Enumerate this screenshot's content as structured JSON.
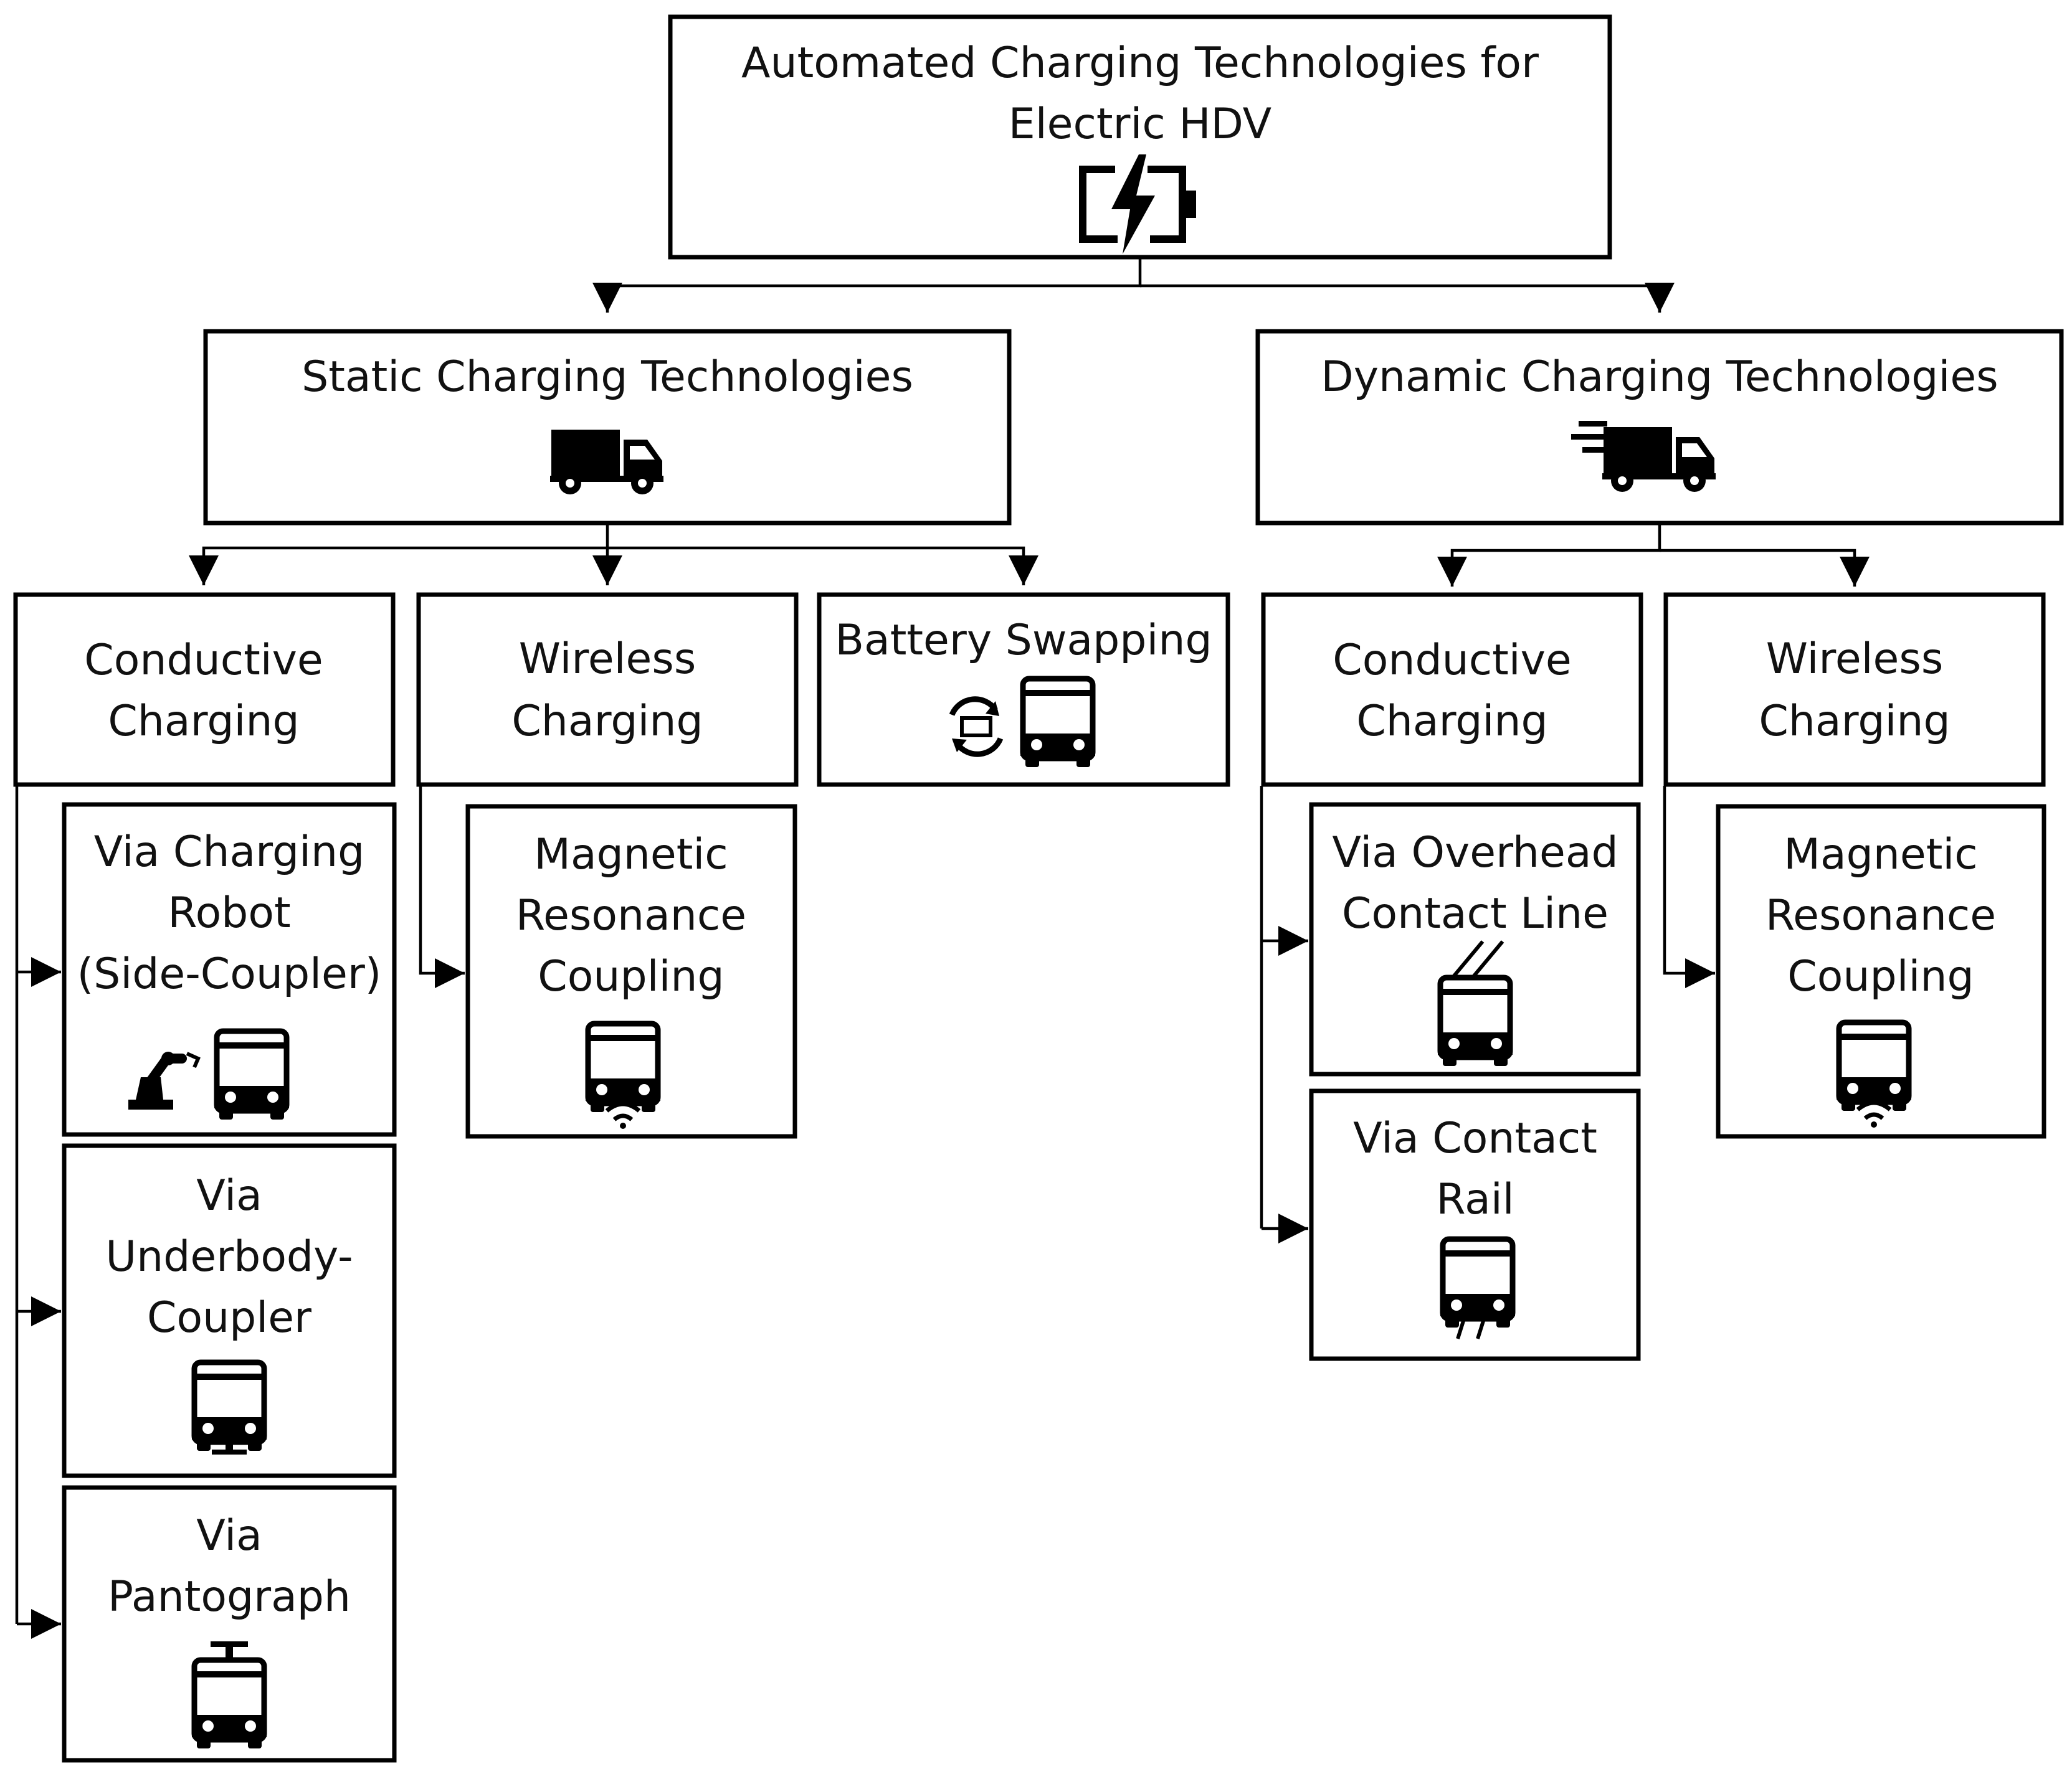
{
  "root": {
    "title_line1": "Automated Charging Technologies for",
    "title_line2": "Electric HDV",
    "icon": "battery-charging-icon"
  },
  "static": {
    "title": "Static Charging Technologies",
    "icon": "truck-icon",
    "conductive": {
      "line1": "Conductive",
      "line2": "Charging",
      "items": [
        {
          "lines": [
            "Via Charging",
            "Robot",
            "(Side-Coupler)"
          ],
          "icon": "robot-arm-bus-icon"
        },
        {
          "lines": [
            "Via",
            "Underbody-",
            "Coupler"
          ],
          "icon": "underbody-bus-icon"
        },
        {
          "lines": [
            "Via",
            "Pantograph"
          ],
          "icon": "pantograph-bus-icon"
        }
      ]
    },
    "wireless": {
      "line1": "Wireless",
      "line2": "Charging",
      "item": {
        "lines": [
          "Magnetic",
          "Resonance",
          "Coupling"
        ],
        "icon": "wireless-bus-icon"
      }
    },
    "swapping": {
      "title": "Battery Swapping",
      "icon": "battery-swap-bus-icon"
    }
  },
  "dynamic": {
    "title": "Dynamic Charging Technologies",
    "icon": "moving-truck-icon",
    "conductive": {
      "line1": "Conductive",
      "line2": "Charging",
      "items": [
        {
          "lines": [
            "Via Overhead",
            "Contact Line"
          ],
          "icon": "overhead-line-bus-icon"
        },
        {
          "lines": [
            "Via Contact",
            "Rail"
          ],
          "icon": "contact-rail-bus-icon"
        }
      ]
    },
    "wireless": {
      "line1": "Wireless",
      "line2": "Charging",
      "item": {
        "lines": [
          "Magnetic",
          "Resonance",
          "Coupling"
        ],
        "icon": "wireless-bus-icon"
      }
    }
  }
}
